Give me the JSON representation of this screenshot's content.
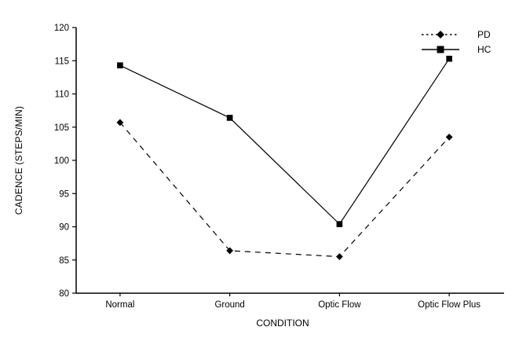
{
  "chart_data": {
    "type": "line",
    "title": "",
    "xlabel": "CONDITION",
    "ylabel": "CADENCE (STEPS/MIN)",
    "categories": [
      "Normal",
      "Ground",
      "Optic Flow",
      "Optic Flow Plus"
    ],
    "series": [
      {
        "name": "PD",
        "values": [
          105.7,
          86.4,
          85.5,
          103.5
        ],
        "line_style": "dashed",
        "marker": "diamond",
        "color": "#000000"
      },
      {
        "name": "HC",
        "values": [
          114.3,
          106.4,
          90.4,
          115.3
        ],
        "line_style": "solid",
        "marker": "square",
        "color": "#000000"
      }
    ],
    "ylim": [
      80,
      120
    ],
    "yticks": [
      80,
      85,
      90,
      95,
      100,
      105,
      110,
      115,
      120
    ],
    "grid": false,
    "legend_position": "top-right",
    "background_color": "#ffffff",
    "axis_color": "#000000"
  }
}
